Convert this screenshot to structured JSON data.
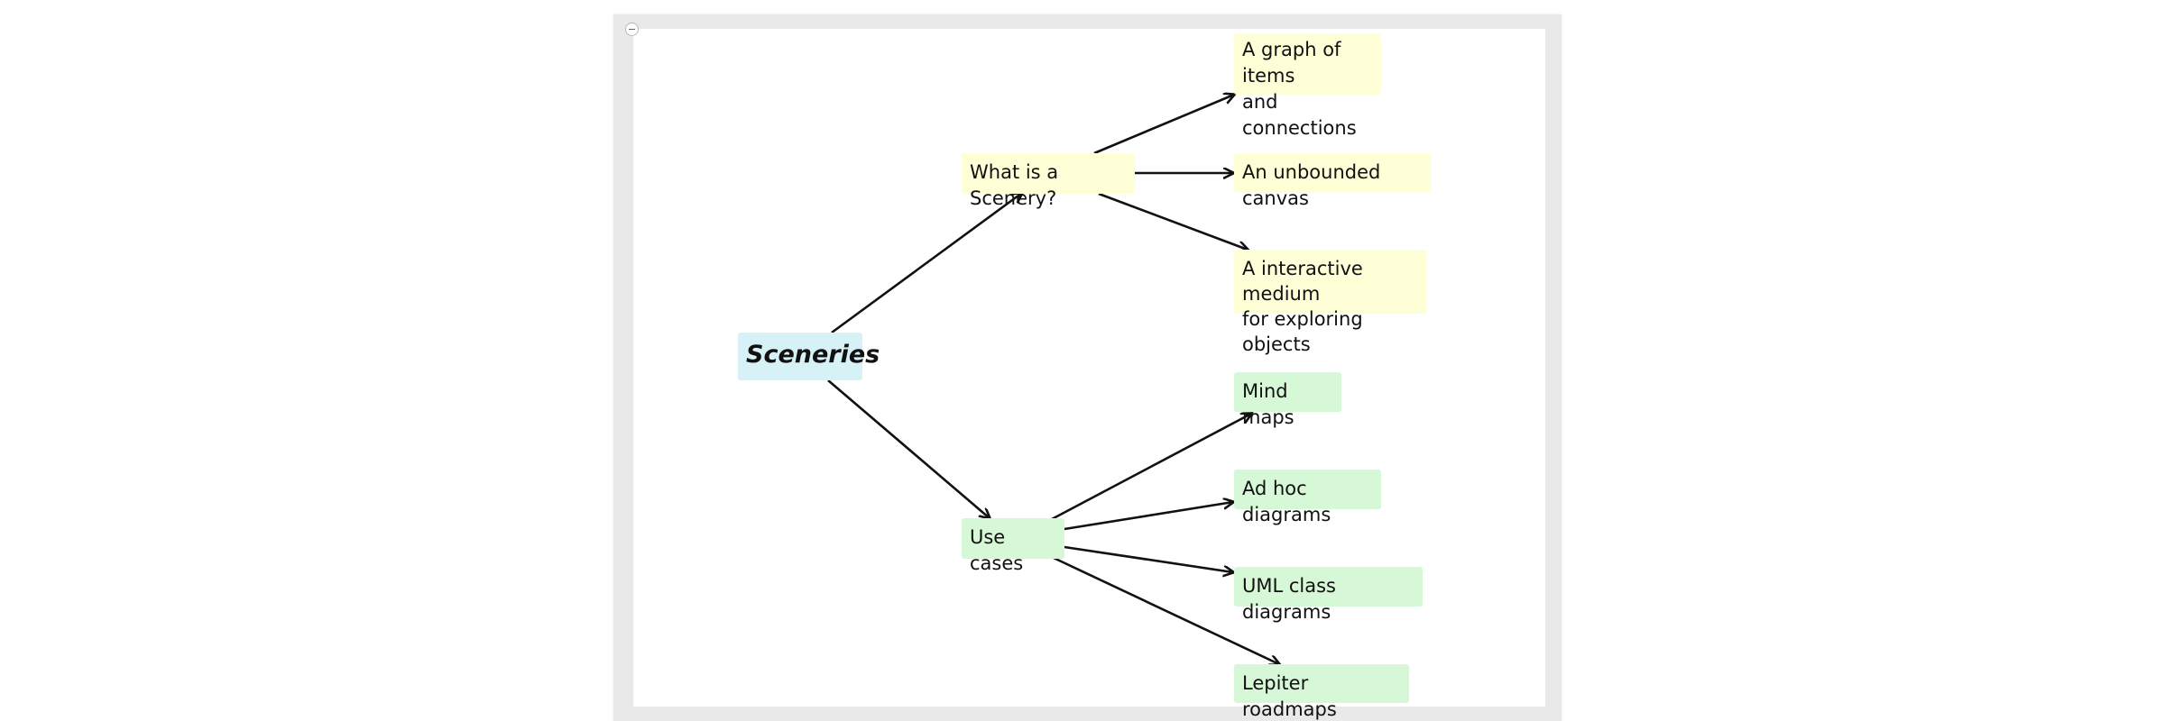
{
  "colors": {
    "root_fill": "#d6f2f7",
    "concept_fill": "#fefed7",
    "usecase_fill": "#d6f8d6",
    "edge": "#111111"
  },
  "toolbar": {
    "collapse_icon": "minus-circle-icon"
  },
  "nodes": {
    "root": {
      "label": "Sceneries"
    },
    "what": {
      "label": "What is a Scenery?"
    },
    "graph": {
      "label": "A graph of items\nand connections"
    },
    "canvas": {
      "label": "An unbounded canvas"
    },
    "interactive": {
      "label": "A interactive medium\nfor exploring objects"
    },
    "usecases": {
      "label": "Use cases"
    },
    "mindmaps": {
      "label": "Mind maps"
    },
    "adhoc": {
      "label": "Ad hoc diagrams"
    },
    "uml": {
      "label": "UML class diagrams"
    },
    "roadmaps": {
      "label": "Lepiter roadmaps"
    }
  }
}
